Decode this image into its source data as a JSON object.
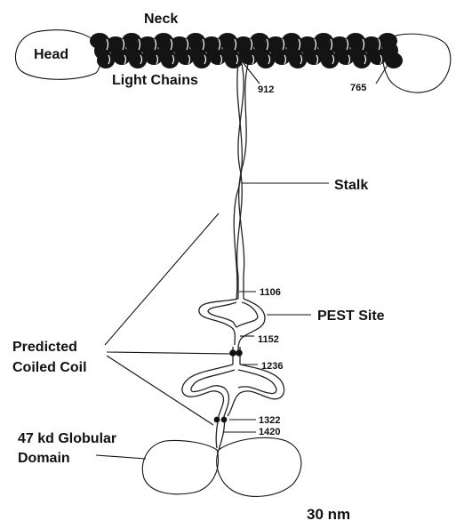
{
  "diagram": {
    "labels": {
      "head": "Head",
      "neck": "Neck",
      "light_chains": "Light Chains",
      "stalk": "Stalk",
      "pest_site": "PEST Site",
      "predicted_line1": "Predicted",
      "predicted_line2": "Coiled Coil",
      "globular_line1": "47 kd Globular",
      "globular_line2": "Domain",
      "scale": "30 nm"
    },
    "residues": {
      "r912": "912",
      "r765": "765",
      "r1106": "1106",
      "r1152": "1152",
      "r1236": "1236",
      "r1322": "1322",
      "r1420": "1420"
    }
  }
}
